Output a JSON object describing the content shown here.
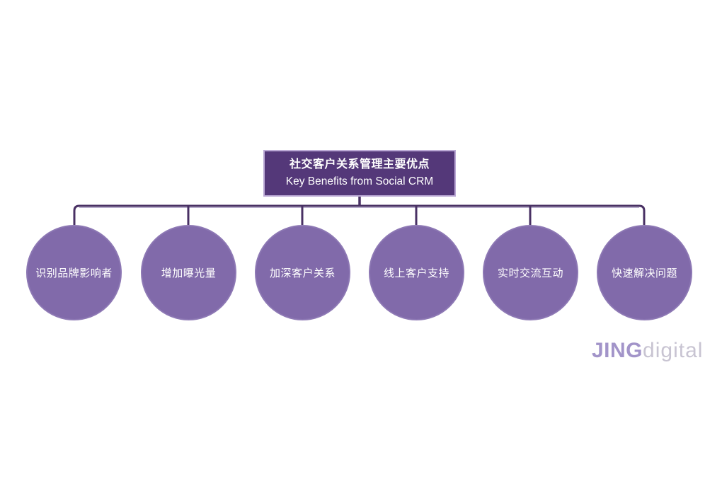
{
  "page": {
    "background_color": "#ffffff",
    "type": "hierarchy-diagram"
  },
  "colors": {
    "root_box_fill": "#543879",
    "root_box_border": "#bcaad6",
    "node_fill": "#816aaa",
    "connector_line": "#493164",
    "diagram_text": "#ffffff",
    "logo_brand": "#a294c9",
    "logo_suffix": "#c8c4d2"
  },
  "header": {
    "title_zh": "社交客户关系管理主要优点",
    "title_en": "Key Benefits from Social CRM"
  },
  "benefits": [
    {
      "label": "识别品牌影响者"
    },
    {
      "label": "增加曝光量"
    },
    {
      "label": "加深客户关系"
    },
    {
      "label": "线上客户支持"
    },
    {
      "label": "实时交流互动"
    },
    {
      "label": "快速解决问题"
    }
  ],
  "logo": {
    "brand": "JING",
    "suffix": "digital"
  }
}
